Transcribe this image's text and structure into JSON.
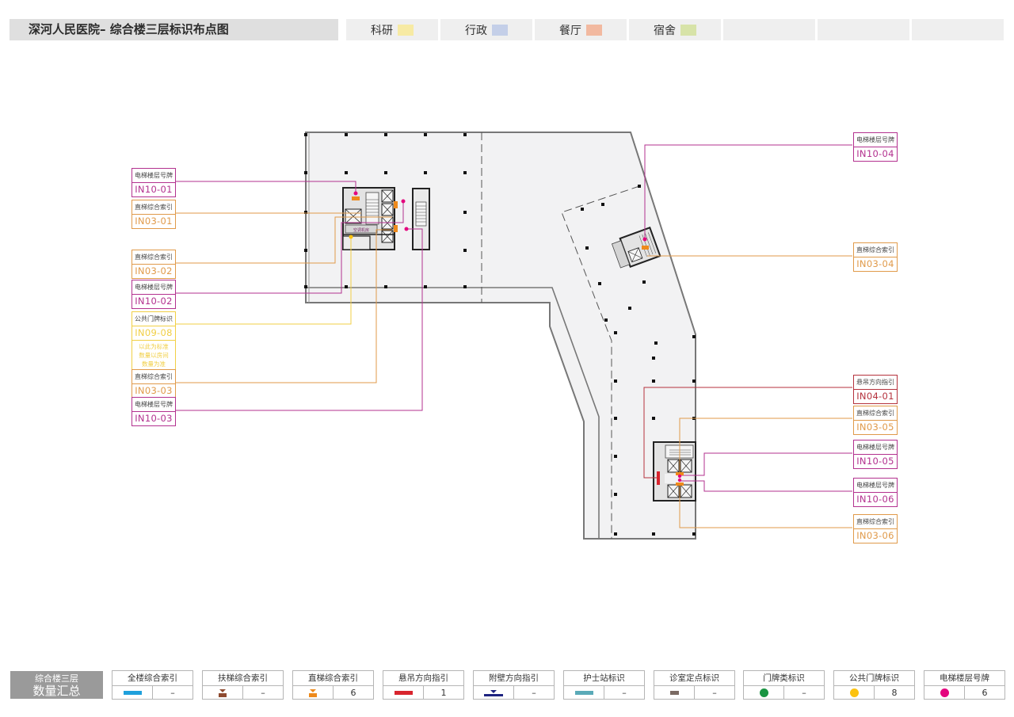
{
  "header": {
    "title": "深河人民医院– 综合楼三层标识布点图",
    "categories": [
      {
        "label": "科研",
        "color": "#f7eaa3"
      },
      {
        "label": "行政",
        "color": "#c4cfe8"
      },
      {
        "label": "餐厅",
        "color": "#f2b9a0"
      },
      {
        "label": "宿舍",
        "color": "#d7e3a8"
      },
      {
        "label": "",
        "color": ""
      },
      {
        "label": "",
        "color": ""
      },
      {
        "label": "",
        "color": ""
      }
    ]
  },
  "plan": {
    "room_label": "空调机房"
  },
  "callouts": [
    {
      "type": "电梯楼层号牌",
      "code": "IN10-01",
      "color": "#b3318f"
    },
    {
      "type": "直梯综合索引",
      "code": "IN03-01",
      "color": "#e09a4a"
    },
    {
      "type": "直梯综合索引",
      "code": "IN03-02",
      "color": "#e09a4a"
    },
    {
      "type": "电梯楼层号牌",
      "code": "IN10-02",
      "color": "#b3318f"
    },
    {
      "type": "公共门牌标识",
      "code": "IN09-08",
      "color": "#f1cf45",
      "note": [
        "以此为标准",
        "数量以房间",
        "数量为准"
      ]
    },
    {
      "type": "直梯综合索引",
      "code": "IN03-03",
      "color": "#e09a4a"
    },
    {
      "type": "电梯楼层号牌",
      "code": "IN10-03",
      "color": "#b3318f"
    },
    {
      "type": "电梯楼层号牌",
      "code": "IN10-04",
      "color": "#b3318f"
    },
    {
      "type": "直梯综合索引",
      "code": "IN03-04",
      "color": "#e09a4a"
    },
    {
      "type": "悬吊方向指引",
      "code": "IN04-01",
      "color": "#b5323d"
    },
    {
      "type": "直梯综合索引",
      "code": "IN03-05",
      "color": "#e09a4a"
    },
    {
      "type": "电梯楼层号牌",
      "code": "IN10-05",
      "color": "#b3318f"
    },
    {
      "type": "电梯楼层号牌",
      "code": "IN10-06",
      "color": "#b3318f"
    },
    {
      "type": "直梯综合索引",
      "code": "IN03-06",
      "color": "#e09a4a"
    }
  ],
  "summary": {
    "line1": "综合楼三层",
    "line2": "数量汇总",
    "items": [
      {
        "label": "全楼综合索引",
        "icon": "bar",
        "color": "#1fa0dc",
        "value": "–"
      },
      {
        "label": "扶梯综合索引",
        "icon": "sign",
        "color": "#8e4a2f",
        "value": "–"
      },
      {
        "label": "直梯综合索引",
        "icon": "sign",
        "color": "#ee8a1c",
        "value": "6"
      },
      {
        "label": "悬吊方向指引",
        "icon": "bar",
        "color": "#d8252e",
        "value": "1"
      },
      {
        "label": "附壁方向指引",
        "icon": "wall",
        "color": "#1d2380",
        "value": "–"
      },
      {
        "label": "护士站标识",
        "icon": "bar",
        "color": "#5aaab8",
        "value": "–"
      },
      {
        "label": "诊室定点标识",
        "icon": "small",
        "color": "#7a6a63",
        "value": "–"
      },
      {
        "label": "门牌类标识",
        "icon": "dot",
        "color": "#199442",
        "value": "–"
      },
      {
        "label": "公共门牌标识",
        "icon": "dot",
        "color": "#fcc20f",
        "value": "8"
      },
      {
        "label": "电梯楼层号牌",
        "icon": "dot",
        "color": "#e4057e",
        "value": "6"
      }
    ]
  }
}
